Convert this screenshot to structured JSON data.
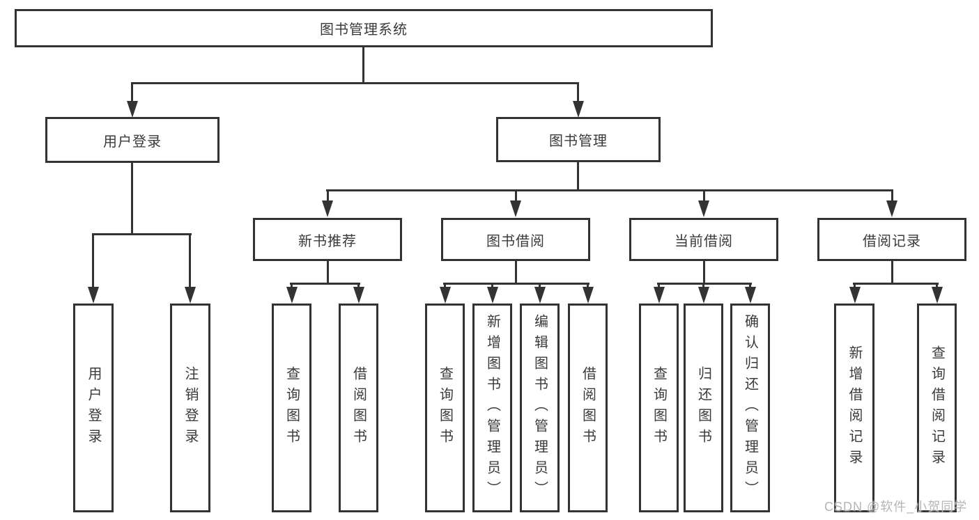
{
  "tree": {
    "root": "图书管理系统",
    "branches": [
      {
        "id": "user_login",
        "label": "用户登录",
        "children": [
          "用户登录",
          "注销登录"
        ]
      },
      {
        "id": "book_management",
        "label": "图书管理",
        "children": [
          {
            "label": "新书推荐",
            "children": [
              "查询图书",
              "借阅图书"
            ]
          },
          {
            "label": "图书借阅",
            "children": [
              "查询图书",
              "新增图书（管理员）",
              "编辑图书（管理员）",
              "借阅图书"
            ]
          },
          {
            "label": "当前借阅",
            "children": [
              "查询图书",
              "归还图书",
              "确认归还（管理员）"
            ]
          },
          {
            "label": "借阅记录",
            "children": [
              "新增借阅记录",
              "查询借阅记录"
            ]
          }
        ]
      }
    ]
  },
  "watermark": "CSDN @软件_小贺同学",
  "colors": {
    "line": "#333333",
    "text": "#3a3a3a",
    "watermark": "#b5b5b5",
    "background": "#ffffff"
  }
}
